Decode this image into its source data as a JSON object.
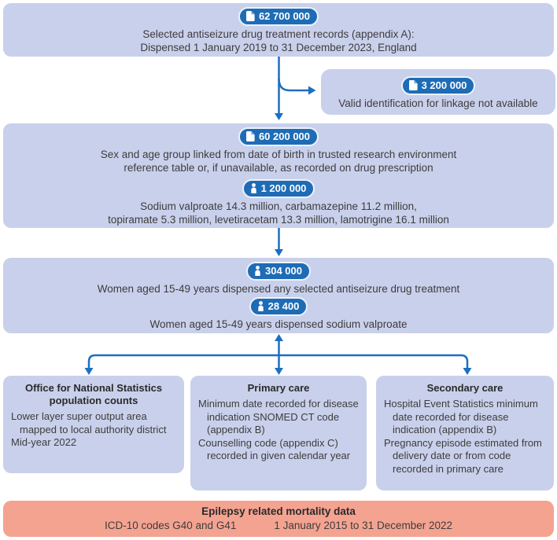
{
  "figure": {
    "type": "flow-diagram",
    "topic": "Antiseizure drug treatment records linkage"
  },
  "colors": {
    "panel_bg": "#c9d0eb",
    "mortality_bg": "#f4a391",
    "badge_bg": "#1e6cb5",
    "badge_border": "#edf2fa",
    "arrow": "#1d6fbf",
    "body_text": "#3d3d3d",
    "heading_text": "#2a2a2a"
  },
  "records": {
    "badge": "62 700 000",
    "badge_icon": "document-icon",
    "lines": [
      "Selected antiseizure drug treatment records (appendix A):",
      "Dispensed 1 January 2019 to 31 December 2023, England"
    ]
  },
  "no_linkage": {
    "badge": "3 200 000",
    "badge_icon": "document-icon",
    "line": "Valid identification for linkage not available"
  },
  "linked": {
    "records_badge": "60 200 000",
    "records_badge_icon": "document-icon",
    "lines": [
      "Sex and age group linked from date of birth in trusted research environment",
      "reference table or, if unavailable, as recorded on drug prescription"
    ],
    "patients_badge": "1 200 000",
    "patients_badge_icon": "person-icon",
    "drug_lines": [
      "Sodium valproate 14.3 million, carbamazepine 11.2 million,",
      "topiramate 5.3 million, levetiracetam 13.3 million, lamotrigine 16.1 million"
    ]
  },
  "women": {
    "any_badge": "304 000",
    "any_badge_icon": "person-icon",
    "any_line": "Women aged 15-49 years dispensed any selected antiseizure drug treatment",
    "valproate_badge": "28 400",
    "valproate_badge_icon": "person-icon",
    "valproate_line": "Women aged 15-49 years dispensed sodium valproate"
  },
  "sources": {
    "ons": {
      "title": "Office for National Statistics population counts",
      "items": [
        "Lower layer super output area mapped to local authority district",
        "Mid-year 2022"
      ]
    },
    "primary": {
      "title": "Primary care",
      "items": [
        "Minimum date recorded for disease indication SNOMED CT code (appendix B)",
        "Counselling code (appendix C) recorded in given calendar year"
      ]
    },
    "secondary": {
      "title": "Secondary care",
      "items": [
        "Hospital Event Statistics minimum date recorded for disease indication (appendix B)",
        "Pregnancy episode estimated from delivery date or from code recorded in primary care"
      ]
    }
  },
  "mortality": {
    "title": "Epilepsy related mortality data",
    "codes": "ICD-10 codes G40 and G41",
    "period": "1 January 2015 to 31 December 2022"
  }
}
